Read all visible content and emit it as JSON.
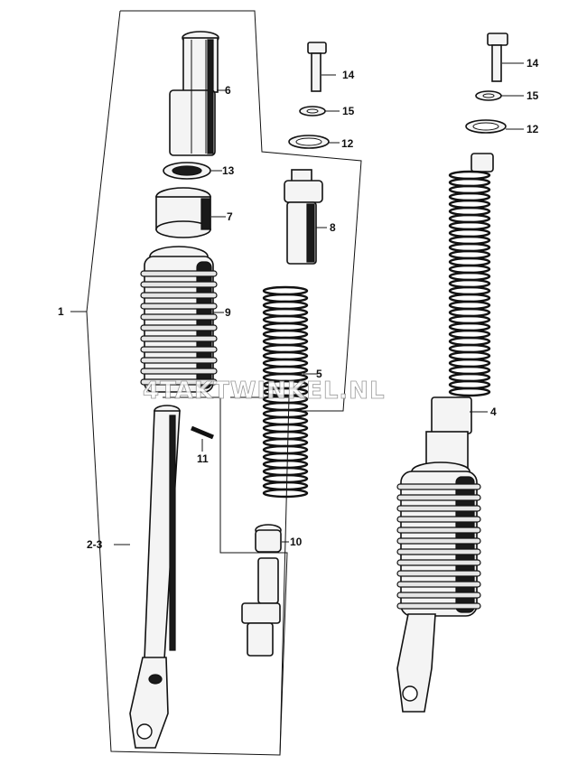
{
  "watermark": "4TAKTWINKEL.NL",
  "callouts": {
    "c1": "1",
    "c23": "2-3",
    "c4": "4",
    "c5": "5",
    "c6": "6",
    "c7": "7",
    "c8": "8",
    "c9": "9",
    "c10": "10",
    "c11": "11",
    "c12a": "12",
    "c12b": "12",
    "c13": "13",
    "c14a": "14",
    "c14b": "14",
    "c15a": "15",
    "c15b": "15"
  }
}
